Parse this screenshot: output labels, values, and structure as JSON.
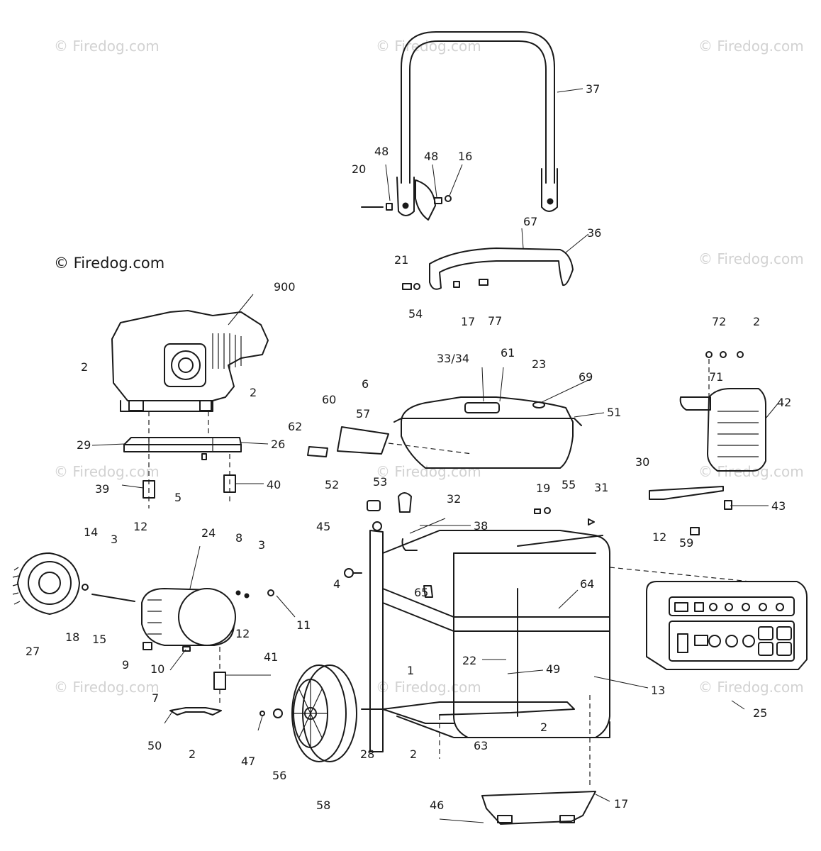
{
  "copyright": "© Firedog.com",
  "watermark": "© Firedog.com",
  "part_labels": {
    "p37": "37",
    "p48a": "48",
    "p48b": "48",
    "p16": "16",
    "p20": "20",
    "p67": "67",
    "p36": "36",
    "p21": "21",
    "p54": "54",
    "p17a": "17",
    "p77": "77",
    "p900": "900",
    "p2a": "2",
    "p2b": "2",
    "p29": "29",
    "p26": "26",
    "p5": "5",
    "p39": "39",
    "p40": "40",
    "p6": "6",
    "p3334": "33/34",
    "p61": "61",
    "p23": "23",
    "p69": "69",
    "p57": "57",
    "p60": "60",
    "p62": "62",
    "p51": "51",
    "p72": "72",
    "p2c": "2",
    "p71": "71",
    "p42": "42",
    "p30": "30",
    "p43": "43",
    "p12c": "12",
    "p59": "59",
    "p52": "52",
    "p53": "53",
    "p32": "32",
    "p38": "38",
    "p19": "19",
    "p55": "55",
    "p31": "31",
    "p45": "45",
    "p4": "4",
    "p65": "65",
    "p64": "64",
    "p1": "1",
    "p22": "22",
    "p49": "49",
    "p13": "13",
    "p14": "14",
    "p12a": "12",
    "p3a": "3",
    "p24": "24",
    "p8": "8",
    "p3b": "3",
    "p11": "11",
    "p12b": "12",
    "p27": "27",
    "p18": "18",
    "p15": "15",
    "p9": "9",
    "p10": "10",
    "p41": "41",
    "p7": "7",
    "p50": "50",
    "p2d": "2",
    "p47": "47",
    "p56": "56",
    "p58": "58",
    "p28": "28",
    "p2e": "2",
    "p63": "63",
    "p2f": "2",
    "p46": "46",
    "p17b": "17",
    "p25": "25"
  }
}
